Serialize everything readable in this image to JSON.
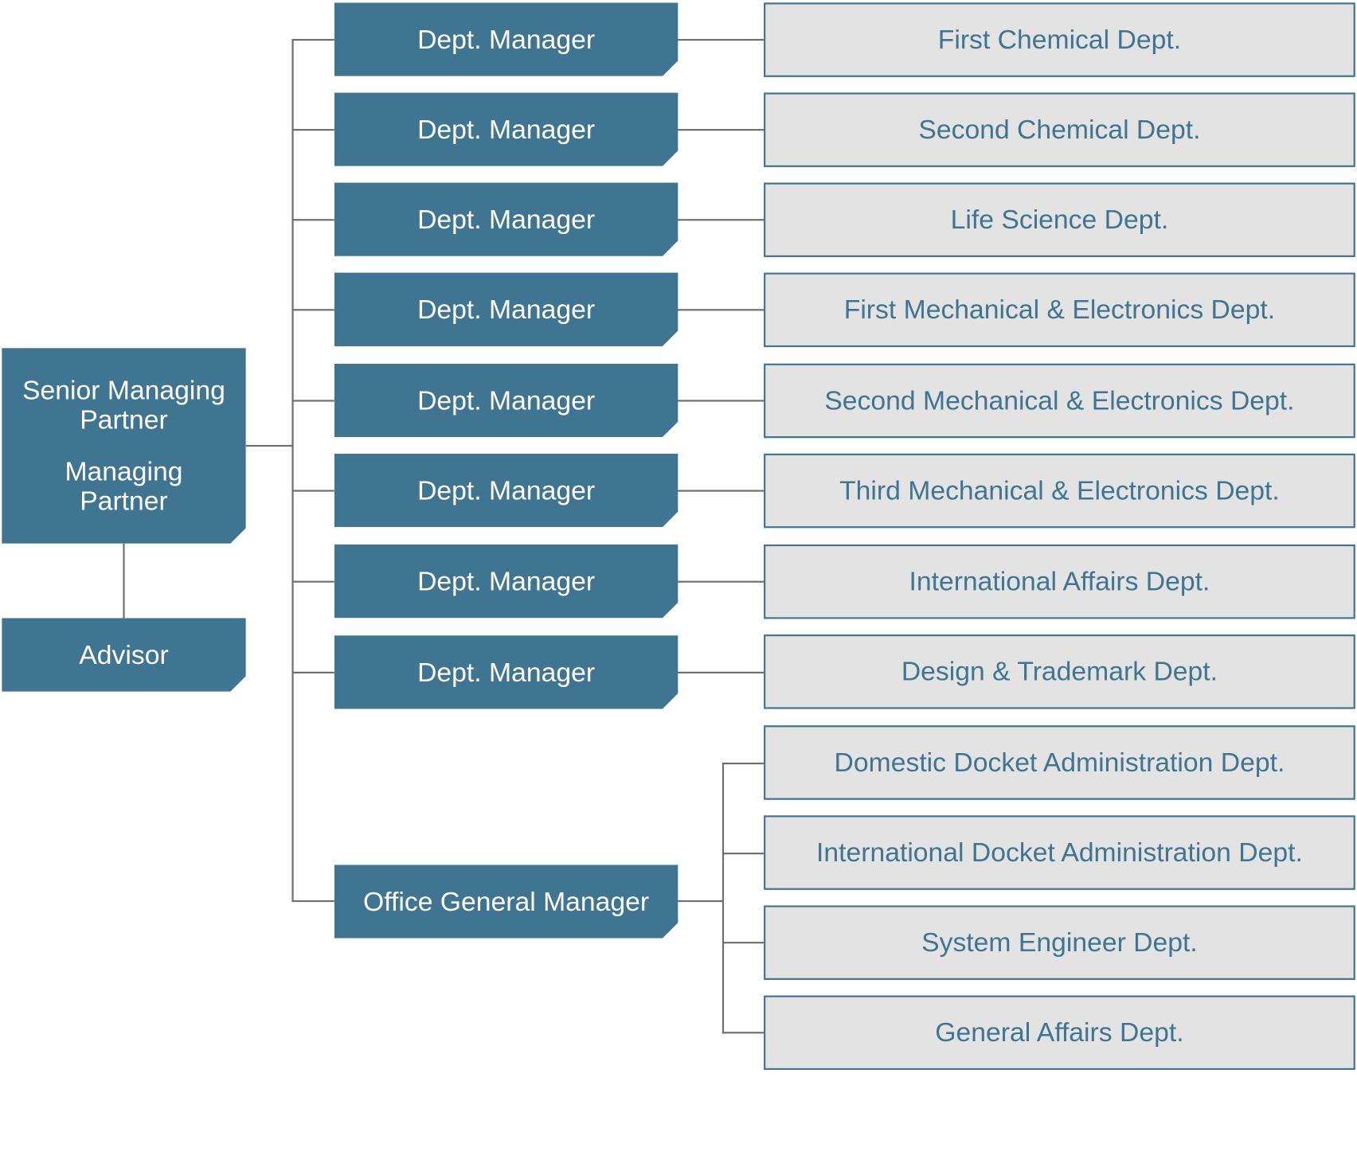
{
  "leadership": {
    "line1": "Senior Managing",
    "line2": "Partner",
    "line3": "Managing",
    "line4": "Partner"
  },
  "advisor": "Advisor",
  "managers": [
    {
      "role": "Dept. Manager",
      "department": "First Chemical Dept."
    },
    {
      "role": "Dept. Manager",
      "department": "Second Chemical Dept."
    },
    {
      "role": "Dept. Manager",
      "department": "Life Science Dept."
    },
    {
      "role": "Dept. Manager",
      "department": "First Mechanical & Electronics Dept."
    },
    {
      "role": "Dept. Manager",
      "department": "Second Mechanical & Electronics Dept."
    },
    {
      "role": "Dept. Manager",
      "department": "Third Mechanical & Electronics Dept."
    },
    {
      "role": "Dept. Manager",
      "department": "International Affairs Dept."
    },
    {
      "role": "Dept. Manager",
      "department": "Design & Trademark Dept."
    }
  ],
  "office_general_manager": {
    "role": "Office General Manager",
    "departments": [
      "Domestic Docket Administration Dept.",
      "International Docket Administration Dept.",
      "System Engineer Dept.",
      "General Affairs Dept."
    ]
  },
  "colors": {
    "dark_box": "#3f7590",
    "light_box": "#e3e3e3",
    "connector": "#6e6e6e"
  }
}
